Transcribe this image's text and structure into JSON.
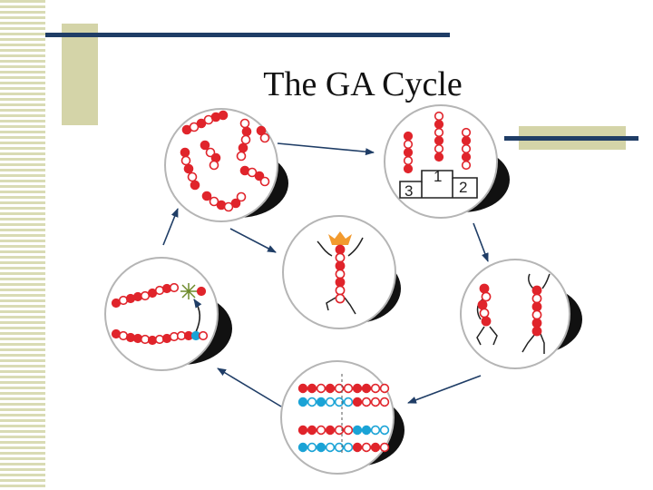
{
  "slide": {
    "title": "The GA Cycle"
  },
  "diagram": {
    "stages": [
      {
        "id": "population",
        "icon": "random-chromosomes"
      },
      {
        "id": "selection",
        "icon": "podium-ranking",
        "podium_labels": [
          "1",
          "2",
          "3"
        ]
      },
      {
        "id": "best",
        "icon": "crowned-individual"
      },
      {
        "id": "parents",
        "icon": "running-individuals"
      },
      {
        "id": "crossover",
        "icon": "chromosome-recombination"
      },
      {
        "id": "mutation",
        "icon": "chromosome-mutation"
      }
    ],
    "colors": {
      "gene_red": "#e0242b",
      "gene_blue": "#1aa3d6",
      "arrow": "#1f3d66",
      "crown": "#f29a2e",
      "shadow": "#111111",
      "accent_block": "#d4d4a8",
      "rule": "#1f3d66"
    }
  }
}
